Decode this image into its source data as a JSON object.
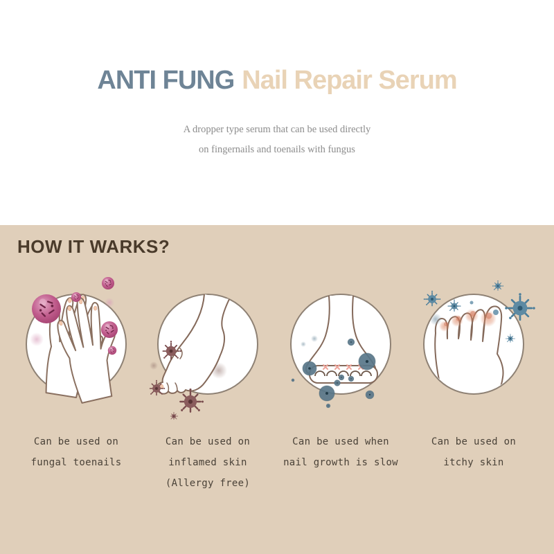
{
  "header": {
    "title_brand": "ANTI FUNG",
    "title_product": "Nail Repair Serum",
    "subtitle_line1": "A dropper type serum that can be used directly",
    "subtitle_line2": "on fingernails and toenails with fungus"
  },
  "how_it_works": {
    "heading": "HOW IT WARKS?",
    "items": [
      {
        "illustration": "hands-with-fungus",
        "caption_lines": [
          "Can be used on",
          "fungal toenails"
        ]
      },
      {
        "illustration": "foot-side-inflamed",
        "caption_lines": [
          "Can be used on",
          "inflamed skin",
          "(Allergy free)"
        ]
      },
      {
        "illustration": "foot-front-nail-growth",
        "caption_lines": [
          "Can be used when",
          "nail growth is slow"
        ]
      },
      {
        "illustration": "toes-itchy",
        "caption_lines": [
          "Can be used on",
          "itchy skin"
        ]
      }
    ]
  },
  "colors": {
    "title_brand": "#6e8496",
    "title_product": "#e9d3b6",
    "subtitle_text": "#8c8c8c",
    "section_background": "#e0cfba",
    "heading_text": "#4a3b2b",
    "caption_text": "#4a4238",
    "circle_outline": "#8e8174",
    "skin_outline": "#84695a",
    "nail_peach": "#f3c9ae",
    "germ_pink": "#c05c8c",
    "virus_brown": "#7a4d4e",
    "dot_blue": "#587689",
    "virus_blue": "#4b7e9b",
    "inflamed_red": "#cf7458"
  }
}
